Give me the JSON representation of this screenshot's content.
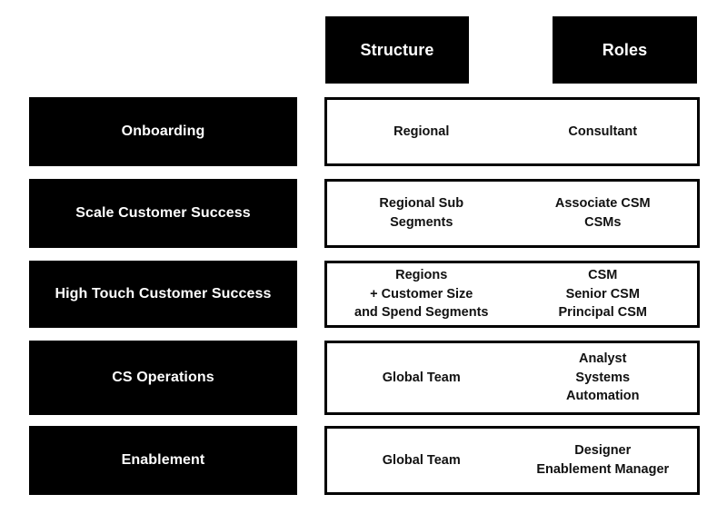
{
  "meta": {
    "title": "Customer Success Team Structure and Roles",
    "colors": {
      "background": "#ffffff",
      "header_fill": "#000000",
      "header_text": "#ffffff",
      "category_fill": "#000000",
      "category_text": "#ffffff",
      "content_fill": "#ffffff",
      "content_border": "#000000",
      "content_text": "#111111"
    }
  },
  "headers": {
    "corner": "",
    "structure": "Structure",
    "roles": "Roles"
  },
  "rows": [
    {
      "category": "Onboarding",
      "structure": [
        "Regional"
      ],
      "roles": [
        "Consultant"
      ]
    },
    {
      "category": "Scale Customer Success",
      "structure": [
        "Regional Sub",
        "Segments"
      ],
      "roles": [
        "Associate CSM",
        "CSMs"
      ]
    },
    {
      "category": "High Touch Customer Success",
      "structure": [
        "Regions",
        "+ Customer Size",
        "and Spend Segments"
      ],
      "roles": [
        "CSM",
        "Senior CSM",
        "Principal CSM"
      ]
    },
    {
      "category": "CS Operations",
      "structure": [
        "Global Team"
      ],
      "roles": [
        "Analyst",
        "Systems",
        "Automation"
      ]
    },
    {
      "category": "Enablement",
      "structure": [
        "Global Team"
      ],
      "roles": [
        "Designer",
        "Enablement Manager"
      ]
    }
  ]
}
